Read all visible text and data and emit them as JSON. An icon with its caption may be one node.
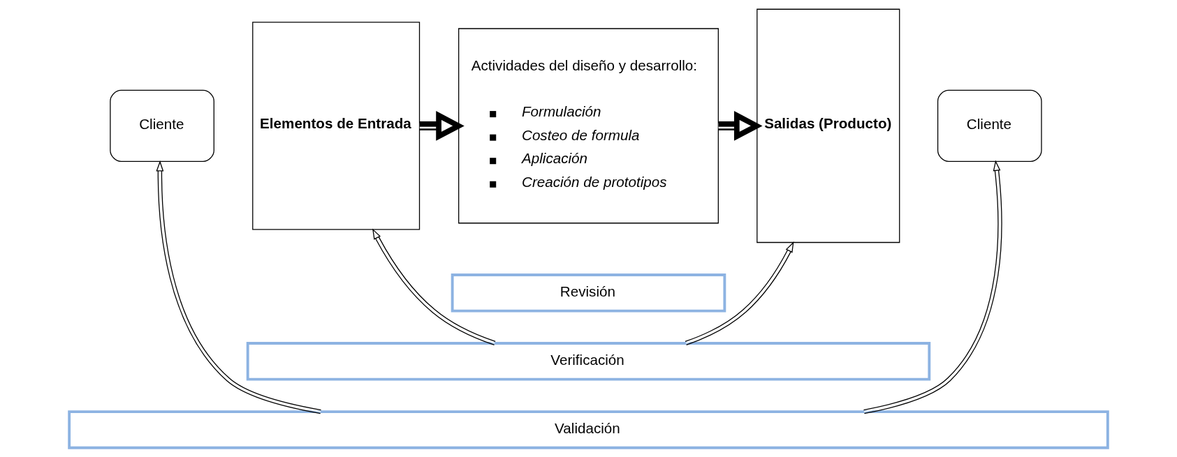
{
  "diagram": {
    "nodes": [
      {
        "text": [
          "Cliente"
        ]
      },
      {
        "text": [
          "Elementos de Entrada"
        ]
      },
      {
        "text": [
          "Actividades del diseño y desarrollo:",
          "Formulación",
          "Costeo de formula",
          "Aplicación",
          "Creación de prototipos"
        ]
      },
      {
        "text": [
          "Salidas (Producto)"
        ]
      },
      {
        "text": [
          "Cliente"
        ]
      },
      {
        "text": [
          "Revisión"
        ]
      },
      {
        "text": [
          "Verificación"
        ]
      },
      {
        "text": [
          "Validación"
        ]
      }
    ],
    "edges": [
      {
        "from": 1,
        "to": 2,
        "arrow": "to",
        "style": "thick"
      },
      {
        "from": 2,
        "to": 3,
        "arrow": "to",
        "style": "thick"
      },
      {
        "from": 7,
        "to": 0,
        "arrow": "to"
      },
      {
        "from": 6,
        "to": 1,
        "arrow": "to"
      },
      {
        "from": 6,
        "to": 3,
        "arrow": "to"
      },
      {
        "from": 7,
        "to": 4,
        "arrow": "to"
      }
    ]
  }
}
